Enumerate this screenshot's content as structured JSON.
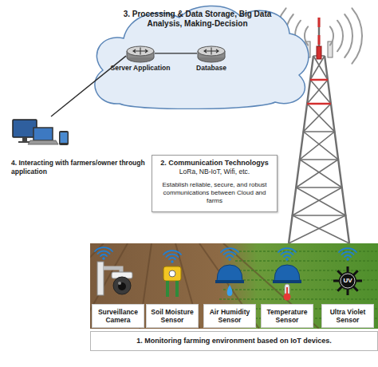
{
  "diagram": {
    "nodes": [
      {
        "text": [
          "3. Processing & Data Storage, Big Data Analysis, Making-Decision"
        ]
      },
      {
        "text": [
          "Server Application"
        ],
        "in": 0
      },
      {
        "text": [
          "Database"
        ],
        "in": 0
      },
      {
        "text": [
          "4. Interacting with farmers/owner through application"
        ]
      },
      {
        "text": [
          "2. Communication Technologys",
          "LoRa, NB-IoT, Wifi, etc.",
          "Establish reliable, secure, and robust communications between Cloud and farms"
        ]
      },
      {
        "text": [
          "1. Monitoring farming environment based on IoT devices."
        ]
      },
      {
        "text": [
          "Surveillance Camera"
        ],
        "in": 5
      },
      {
        "text": [
          "Soil Moisture Sensor"
        ],
        "in": 5
      },
      {
        "text": [
          "Air Humidity Sensor"
        ],
        "in": 5
      },
      {
        "text": [
          "Temperature Sensor"
        ],
        "in": 5
      },
      {
        "text": [
          "Ultra Violet Sensor"
        ],
        "in": 5
      }
    ],
    "edges": [
      {
        "from": 1,
        "to": 2,
        "arrow": "none"
      },
      {
        "from": 1,
        "to": 3,
        "arrow": "none"
      }
    ],
    "labels": [
      "UV"
    ]
  }
}
